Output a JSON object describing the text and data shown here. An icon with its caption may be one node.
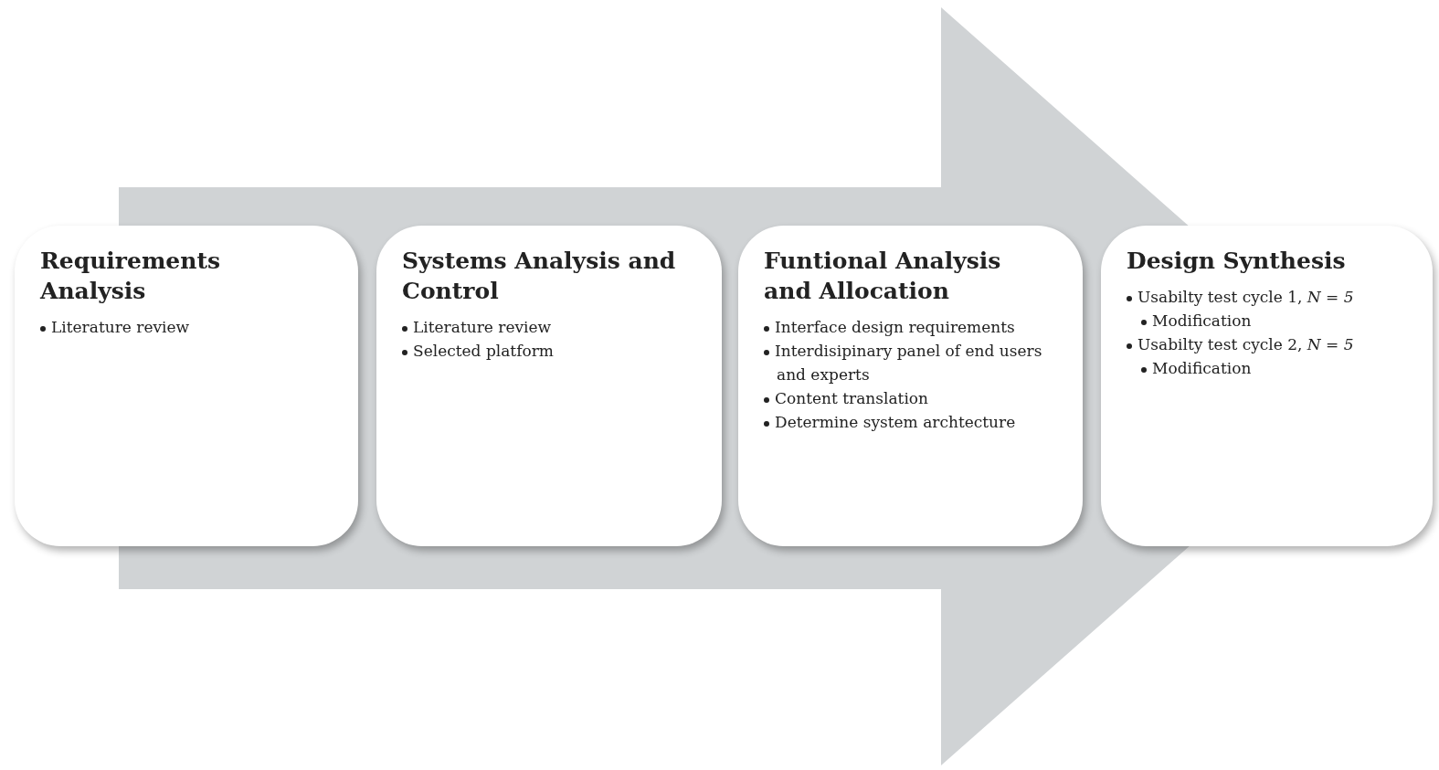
{
  "diagram": {
    "nodes": [
      {
        "text": [
          "Requirements Analysis",
          "Literature review"
        ]
      },
      {
        "text": [
          "Systems Analysis and Control",
          "Literature review",
          "Selected platform"
        ]
      },
      {
        "text": [
          "Funtional Analysis and Allocation",
          "Interface design requirements",
          "Interdisipinary panel of end users and experts",
          "Content translation",
          "Determine system archtecture"
        ]
      },
      {
        "text": [
          "Design Synthesis",
          "Usabilty test cycle 1, *N = 5*",
          "Modification",
          "Usabilty test cycle 2, *N = 5*",
          "Modification"
        ]
      }
    ],
    "edges": [
      {
        "from": 0,
        "to": 3,
        "arrow": "to"
      }
    ]
  }
}
